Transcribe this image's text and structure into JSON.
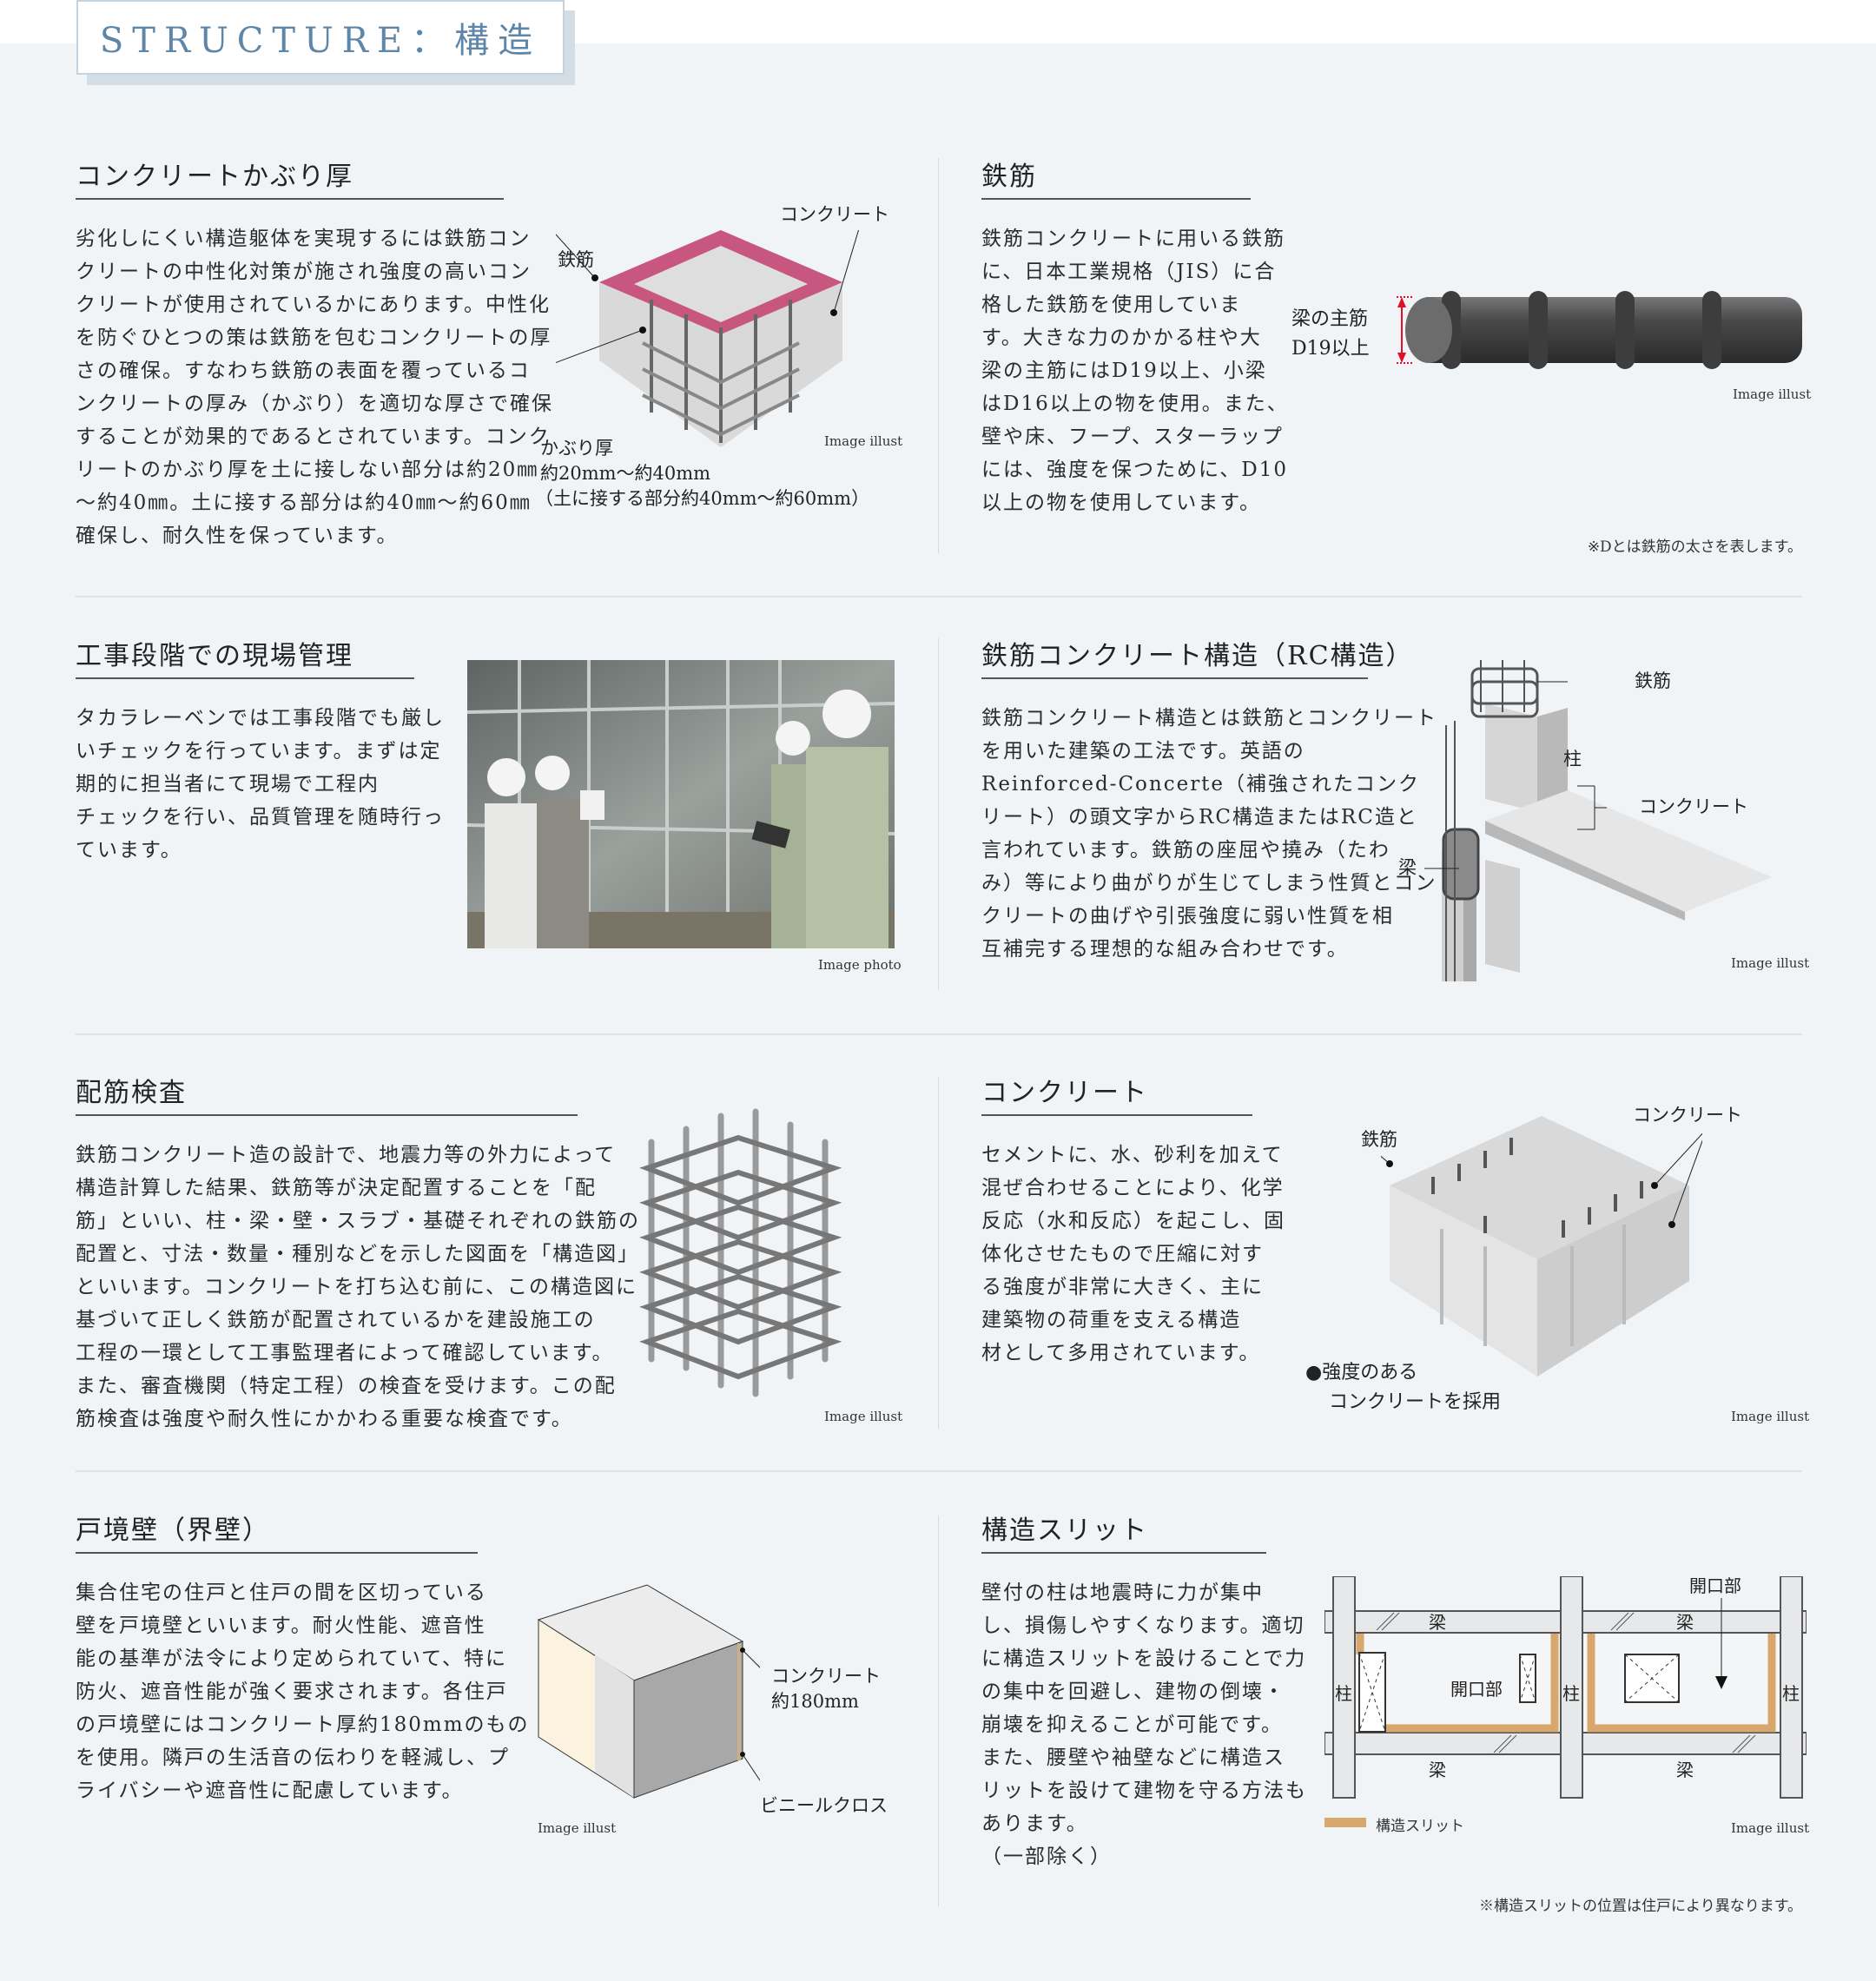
{
  "header": {
    "title": "STRUCTURE：構造"
  },
  "colors": {
    "accent": "#5d86a8",
    "slit": "#d7a76d",
    "cover": "#c8577f",
    "arrow": "#e0102a"
  },
  "sections": {
    "cover": {
      "title": "コンクリートかぶり厚",
      "lines": [
        "劣化しにくい構造躯体を実現するには鉄筋コン",
        "クリートの中性化対策が施され強度の高いコン",
        "クリートが使用されているかにあります。中性化",
        "を防ぐひとつの策は鉄筋を包むコンクリートの厚",
        "さの確保。すなわち鉄筋の表面を覆っているコ",
        "ンクリートの厚み（かぶり）を適切な厚さで確保",
        "することが効果的であるとされています。コンク",
        "リートのかぶり厚を土に接しない部分は約20㎜",
        "〜約40㎜。土に接する部分は約40㎜〜約60㎜",
        "確保し、耐久性を保っています。"
      ],
      "labels": {
        "concrete": "コンクリート",
        "rebar": "鉄筋",
        "cover_title": "かぶり厚",
        "cover_value": "約20mm〜約40mm",
        "cover_soil": "（土に接する部分約40mm〜約60mm）"
      },
      "caption": "Image illust"
    },
    "rebar": {
      "title": "鉄筋",
      "lines": [
        "鉄筋コンクリートに用いる鉄筋",
        "に、日本工業規格（JIS）に合",
        "格した鉄筋を使用していま",
        "す。大きな力のかかる柱や大",
        "梁の主筋にはD19以上、小梁",
        "はD16以上の物を使用。また、",
        "壁や床、フープ、スターラップ",
        "には、強度を保つために、D10",
        "以上の物を使用しています。"
      ],
      "labels": {
        "main": "梁の主筋",
        "size": "D19以上"
      },
      "caption": "Image illust",
      "note": "※Dとは鉄筋の太さを表します。"
    },
    "site": {
      "title": "工事段階での現場管理",
      "lines": [
        "タカラレーベンでは工事段階でも厳し",
        "いチェックを行っています。まずは定",
        "期的に担当者にて現場で工程内",
        "チェックを行い、品質管理を随時行っ",
        "ています。"
      ],
      "caption": "Image photo"
    },
    "rc": {
      "title": "鉄筋コンクリート構造（RC構造）",
      "lines": [
        "鉄筋コンクリート構造とは鉄筋とコンクリート",
        "を用いた建築の工法です。英語の",
        "Reinforced-Concerte（補強されたコンク",
        "リート）の頭文字からRC構造またはRC造と",
        "言われています。鉄筋の座屈や撓み（たわ",
        "み）等により曲がりが生じてしまう性質とコン",
        "クリートの曲げや引張強度に弱い性質を相",
        "互補完する理想的な組み合わせです。"
      ],
      "labels": {
        "rebar": "鉄筋",
        "column": "柱",
        "concrete": "コンクリート",
        "beam": "梁"
      },
      "caption": "Image illust"
    },
    "inspection": {
      "title": "配筋検査",
      "lines": [
        "鉄筋コンクリート造の設計で、地震力等の外力によって",
        "構造計算した結果、鉄筋等が決定配置することを「配",
        "筋」といい、柱・梁・壁・スラブ・基礎それぞれの鉄筋の",
        "配置と、寸法・数量・種別などを示した図面を「構造図」",
        "といいます。コンクリートを打ち込む前に、この構造図に",
        "基づいて正しく鉄筋が配置されているかを建設施工の",
        "工程の一環として工事監理者によって確認しています。",
        "また、審査機関（特定工程）の検査を受けます。この配",
        "筋検査は強度や耐久性にかかわる重要な検査です。"
      ],
      "caption": "Image illust"
    },
    "concrete": {
      "title": "コンクリート",
      "lines": [
        "セメントに、水、砂利を加えて",
        "混ぜ合わせることにより、化学",
        "反応（水和反応）を起こし、固",
        "体化させたもので圧縮に対す",
        "る強度が非常に大きく、主に",
        "建築物の荷重を支える構造",
        "材として多用されています。"
      ],
      "labels": {
        "rebar": "鉄筋",
        "concrete": "コンクリート",
        "strong1": "●強度のある",
        "strong2": "コンクリートを採用"
      },
      "caption": "Image illust"
    },
    "wall": {
      "title": "戸境壁（界壁）",
      "lines": [
        "集合住宅の住戸と住戸の間を区切っている",
        "壁を戸境壁といいます。耐火性能、遮音性",
        "能の基準が法令により定められていて、特に",
        "防火、遮音性能が強く要求されます。各住戸",
        "の戸境壁にはコンクリート厚約180mmのもの",
        "を使用。隣戸の生活音の伝わりを軽減し、プ",
        "ライバシーや遮音性に配慮しています。"
      ],
      "labels": {
        "concrete": "コンクリート",
        "thickness": "約180mm",
        "cloth": "ビニールクロス"
      },
      "caption": "Image illust"
    },
    "slit": {
      "title": "構造スリット",
      "lines": [
        "壁付の柱は地震時に力が集中",
        "し、損傷しやすくなります。適切",
        "に構造スリットを設けることで力",
        "の集中を回避し、建物の倒壊・",
        "崩壊を抑えることが可能です。",
        "また、腰壁や袖壁などに構造ス",
        "リットを設けて建物を守る方法も",
        "あります。",
        "（一部除く）"
      ],
      "labels": {
        "beam": "梁",
        "column": "柱",
        "opening": "開口部",
        "legend": "構造スリット"
      },
      "caption": "Image illust",
      "note": "※構造スリットの位置は住戸により異なります。"
    }
  }
}
